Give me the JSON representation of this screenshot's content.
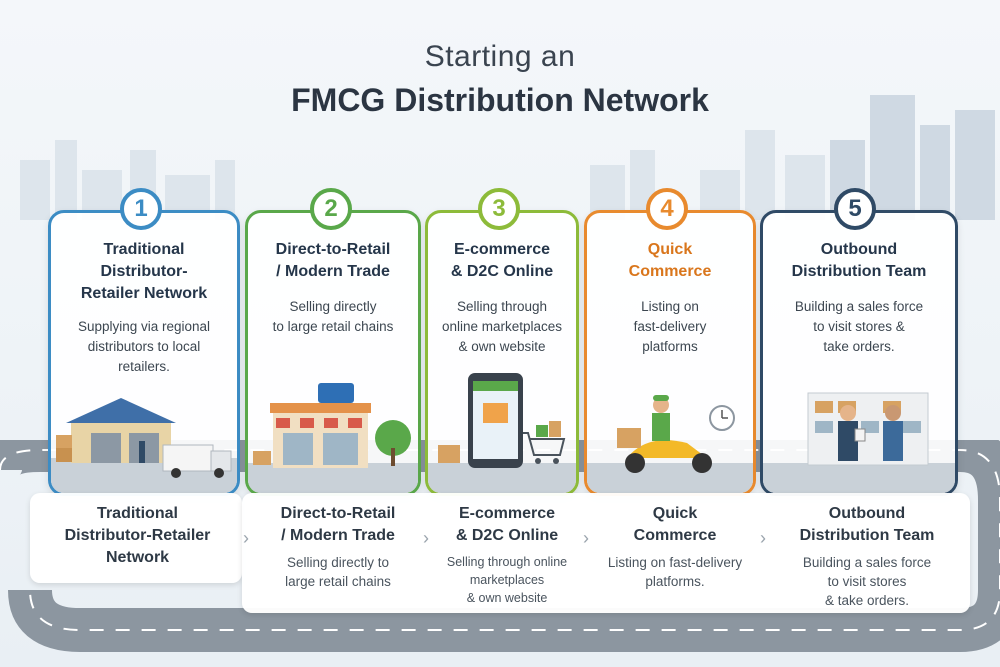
{
  "title": {
    "line1": "Starting an",
    "line2": "FMCG Distribution Network"
  },
  "steps": [
    {
      "number": "1",
      "title_lines": [
        "Traditional",
        "Distributor-",
        "Retailer Network"
      ],
      "desc_lines": [
        "Supplying via regional",
        "distributors to local",
        "retailers."
      ],
      "color": "#3c8cc4",
      "title_color": "#25364a"
    },
    {
      "number": "2",
      "title_lines": [
        "Direct-to-Retail",
        "/ Modern Trade"
      ],
      "desc_lines": [
        "Selling directly",
        "to large retail chains"
      ],
      "color": "#5aa84a",
      "title_color": "#25364a"
    },
    {
      "number": "3",
      "title_lines": [
        "E-commerce",
        "& D2C Online"
      ],
      "desc_lines": [
        "Selling through",
        "online marketplaces",
        "& own website"
      ],
      "color": "#8dbb3a",
      "title_color": "#25364a"
    },
    {
      "number": "4",
      "title_lines": [
        "Quick",
        "Commerce"
      ],
      "desc_lines": [
        "Listing on",
        "fast-delivery",
        "platforms"
      ],
      "color": "#e88a2e",
      "title_color": "#d9761c"
    },
    {
      "number": "5",
      "title_lines": [
        "Outbound",
        "Distribution Team"
      ],
      "desc_lines": [
        "Building a sales force",
        "to visit stores &",
        "take orders."
      ],
      "color": "#2f4a66",
      "title_color": "#25364a"
    }
  ],
  "bottom": [
    {
      "title_lines": [
        "Traditional",
        "Distributor-Retailer",
        "Network"
      ],
      "desc_lines": []
    },
    {
      "title_lines": [
        "Direct-to-Retail",
        "/ Modern Trade"
      ],
      "desc_lines": [
        "Selling directly to",
        "large retail chains"
      ]
    },
    {
      "title_lines": [
        "E-commerce",
        "& D2C Online"
      ],
      "desc_lines": [
        "Selling through online",
        "marketplaces",
        "& own website"
      ]
    },
    {
      "title_lines": [
        "Quick",
        "Commerce"
      ],
      "desc_lines": [
        "Listing on fast-delivery",
        "platforms."
      ]
    },
    {
      "title_lines": [
        "Outbound",
        "Distribution Team"
      ],
      "desc_lines": [
        "Building a sales force",
        "to visit stores",
        "& take orders."
      ]
    }
  ],
  "icons": {
    "warehouse": "warehouse-truck-illustration",
    "store": "retail-store-illustration",
    "ecommerce": "smartphone-cart-illustration",
    "quick": "scooter-courier-illustration",
    "team": "sales-team-illustration",
    "chevron": "chevron-right-icon"
  }
}
